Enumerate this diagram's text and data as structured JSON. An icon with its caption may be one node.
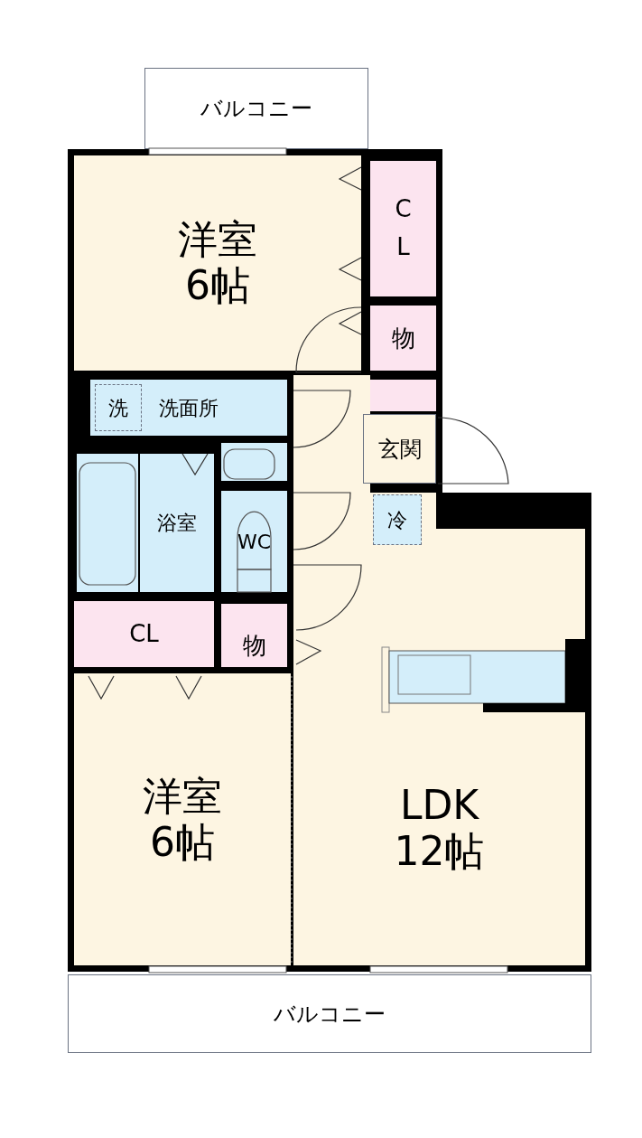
{
  "diagram": {
    "nodes": [
      {
        "text": [
          "バルコニー"
        ]
      },
      {
        "text": [
          "洋室",
          "6帖"
        ]
      },
      {
        "text": [
          "CL"
        ]
      },
      {
        "text": [
          "物"
        ]
      },
      {
        "text": [
          "洗面所"
        ]
      },
      {
        "text": [
          "洗"
        ],
        "in": 4
      },
      {
        "text": [
          "玄関"
        ]
      },
      {
        "text": [
          "浴室"
        ]
      },
      {
        "text": [
          "WC"
        ]
      },
      {
        "text": [
          "CL"
        ]
      },
      {
        "text": [
          "物"
        ]
      },
      {
        "text": [
          "洋室",
          "6帖"
        ]
      },
      {
        "text": [
          "LDK",
          "12帖"
        ]
      },
      {
        "text": [
          "冷"
        ],
        "in": 12
      },
      {
        "text": [
          "バルコニー"
        ]
      }
    ]
  }
}
